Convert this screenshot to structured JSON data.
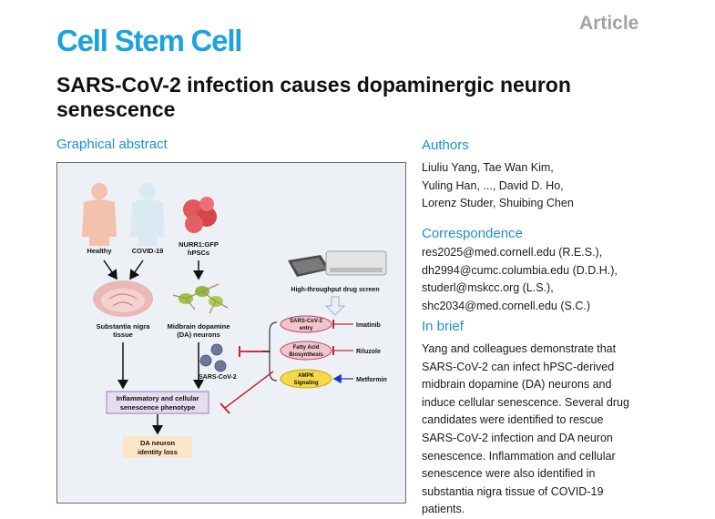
{
  "header": {
    "journal": "Cell Stem Cell",
    "article_type": "Article"
  },
  "title": "SARS-CoV-2 infection causes dopaminergic neuron senescence",
  "graphical_abstract": {
    "heading": "Graphical abstract",
    "labels": {
      "healthy": "Healthy",
      "covid19": "COVID-19",
      "nurr1_1": "NURR1:GFP",
      "nurr1_2": "hPSCs",
      "sn_1": "Substantia nigra",
      "sn_2": "tissue",
      "da_1": "Midbrain dopamine",
      "da_2": "(DA) neurons",
      "sars": "SARS-CoV-2",
      "drug_screen": "High-throughput drug screen",
      "sars_entry_1": "SARS-CoV-2",
      "sars_entry_2": "entry",
      "fatty_1": "Fatty Acid",
      "fatty_2": "Biosynthesis",
      "ampk_1": "AMPK",
      "ampk_2": "Signaling",
      "imatinib": "Imatinib",
      "riluzole": "Riluzole",
      "metformin": "Metformin",
      "inflam_1": "Inflammatory and cellular",
      "inflam_2": "senescence phenotype",
      "da_loss_1": "DA neuron",
      "da_loss_2": "identity loss"
    }
  },
  "authors": {
    "heading": "Authors",
    "lines": [
      "Liuliu Yang, Tae Wan Kim,",
      "Yuling Han, ..., David D. Ho,",
      "Lorenz Studer, Shuibing Chen"
    ]
  },
  "correspondence": {
    "heading": "Correspondence",
    "lines": [
      "res2025@med.cornell.edu (R.E.S.),",
      "dh2994@cumc.columbia.edu (D.D.H.),",
      "studerl@mskcc.org (L.S.),",
      "shc2034@med.cornell.edu (S.C.)"
    ]
  },
  "in_brief": {
    "heading": "In brief",
    "lines": [
      "Yang and colleagues demonstrate that",
      "SARS-CoV-2 can infect hPSC-derived",
      "midbrain dopamine (DA) neurons and",
      "induce cellular senescence. Several drug",
      "candidates were identified to rescue",
      "SARS-CoV-2 infection and DA neuron",
      "senescence. Inflammation and cellular",
      "senescence were also identified in",
      "substantia nigra tissue of COVID-19",
      "patients."
    ]
  },
  "colors": {
    "journal_blue": "#1aa3dd",
    "heading_blue": "#1d8fd0",
    "article_gray": "#a3a3a3"
  }
}
